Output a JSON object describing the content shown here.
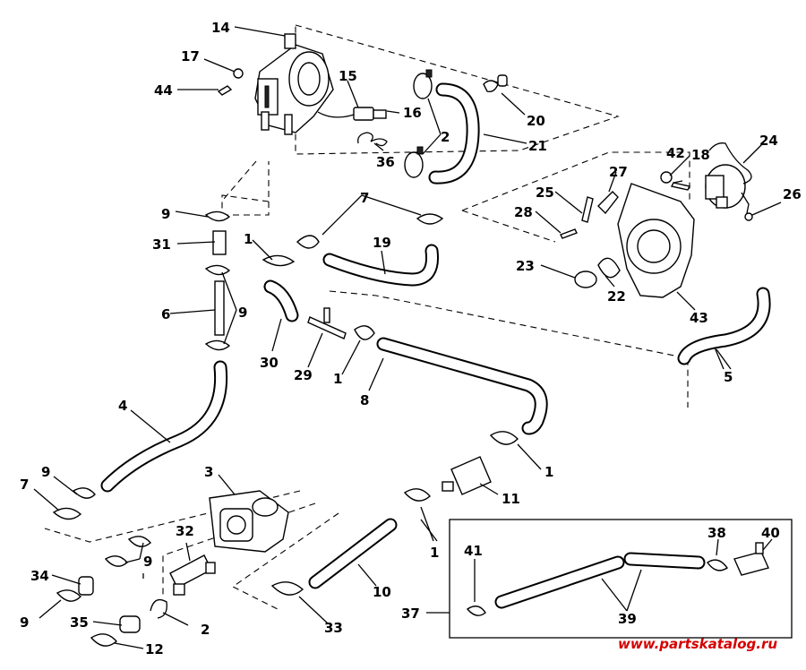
{
  "callouts": [
    "1",
    "2",
    "3",
    "4",
    "5",
    "6",
    "7",
    "8",
    "9",
    "10",
    "11",
    "12",
    "14",
    "15",
    "16",
    "17",
    "18",
    "19",
    "20",
    "21",
    "22",
    "23",
    "24",
    "25",
    "26",
    "27",
    "28",
    "29",
    "30",
    "31",
    "32",
    "33",
    "34",
    "35",
    "36",
    "37",
    "38",
    "39",
    "40",
    "41",
    "42",
    "43",
    "44"
  ],
  "watermark": "www.partskatalog.ru",
  "colors": {
    "line": "#000000",
    "background": "#ffffff",
    "watermark": "#d40000"
  }
}
